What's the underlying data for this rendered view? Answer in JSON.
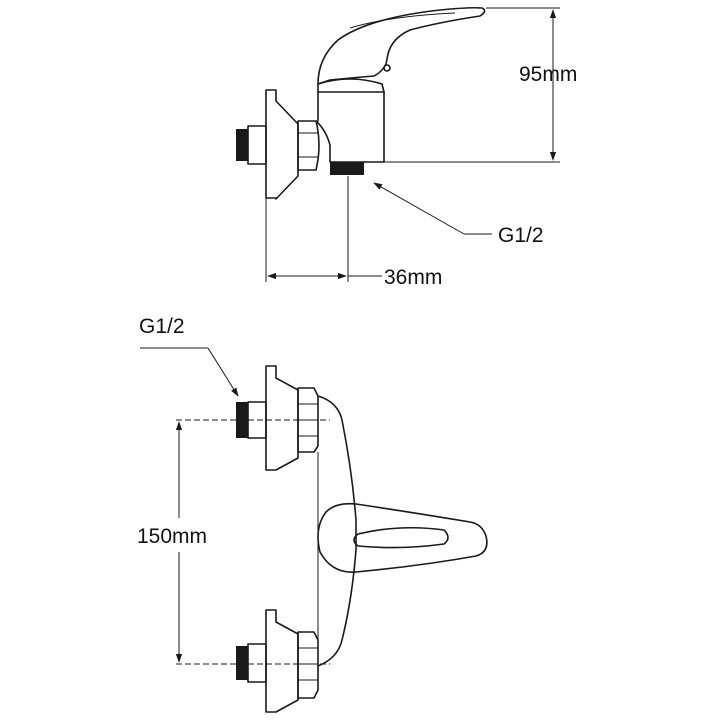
{
  "dimensions": {
    "height": "95mm",
    "depth": "36mm",
    "spacing": "150mm"
  },
  "threads": {
    "outlet": "G1/2",
    "inlet": "G1/2"
  }
}
